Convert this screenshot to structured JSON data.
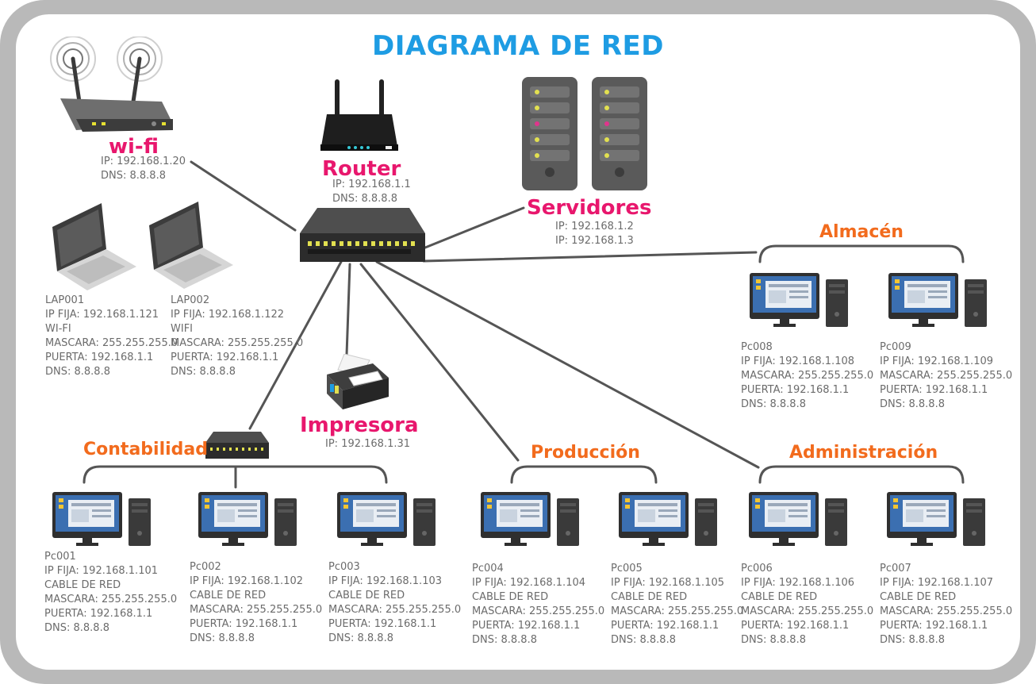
{
  "title": "DIAGRAMA DE RED",
  "colors": {
    "title": "#1e9ce3",
    "device_label": "#e8176d",
    "group_label": "#f26b1d",
    "info_text": "#6b6b6b",
    "wire": "#555555"
  },
  "wifi": {
    "label": "wi-fi",
    "lines": [
      "IP: 192.168.1.20",
      "DNS: 8.8.8.8"
    ],
    "icon": "wifi-router-icon"
  },
  "router": {
    "label": "Router",
    "lines": [
      "IP: 192.168.1.1",
      "DNS: 8.8.8.8"
    ],
    "icon": "router-icon"
  },
  "servers": {
    "label": "Servidores",
    "lines": [
      "IP: 192.168.1.2",
      "IP: 192.168.1.3"
    ],
    "icon": "server-icon"
  },
  "switch": {
    "icon": "switch-icon"
  },
  "printer": {
    "label": "Impresora",
    "lines": [
      "IP: 192.168.1.31"
    ],
    "icon": "printer-icon"
  },
  "laptops": [
    {
      "lines": [
        "LAP001",
        "IP FIJA: 192.168.1.121",
        "WI-FI",
        "MASCARA: 255.255.255.0",
        "PUERTA: 192.168.1.1",
        "DNS: 8.8.8.8"
      ]
    },
    {
      "lines": [
        "LAP002",
        "IP FIJA: 192.168.1.122",
        "WIFI",
        "MASCARA: 255.255.255.0",
        "PUERTA: 192.168.1.1",
        "DNS: 8.8.8.8"
      ]
    }
  ],
  "groups": {
    "contabilidad": "Contabilidad",
    "produccion": "Producción",
    "administracion": "Administración",
    "almacen": "Almacén"
  },
  "pcs": [
    {
      "lines": [
        "Pc001",
        "IP FIJA: 192.168.1.101",
        "CABLE DE RED",
        "MASCARA: 255.255.255.0",
        "PUERTA: 192.168.1.1",
        "DNS: 8.8.8.8"
      ]
    },
    {
      "lines": [
        "Pc002",
        "IP FIJA: 192.168.1.102",
        "CABLE DE RED",
        "MASCARA: 255.255.255.0",
        "PUERTA: 192.168.1.1",
        "DNS: 8.8.8.8"
      ]
    },
    {
      "lines": [
        "Pc003",
        "IP FIJA: 192.168.1.103",
        "CABLE DE RED",
        "MASCARA: 255.255.255.0",
        "PUERTA: 192.168.1.1",
        "DNS: 8.8.8.8"
      ]
    },
    {
      "lines": [
        "Pc004",
        "IP FIJA: 192.168.1.104",
        "CABLE DE RED",
        "MASCARA: 255.255.255.0",
        "PUERTA: 192.168.1.1",
        "DNS: 8.8.8.8"
      ]
    },
    {
      "lines": [
        "Pc005",
        "IP FIJA: 192.168.1.105",
        "CABLE DE RED",
        "MASCARA: 255.255.255.0",
        "PUERTA: 192.168.1.1",
        "DNS: 8.8.8.8"
      ]
    },
    {
      "lines": [
        "Pc006",
        "IP FIJA: 192.168.1.106",
        "CABLE DE RED",
        "MASCARA: 255.255.255.0",
        "PUERTA: 192.168.1.1",
        "DNS: 8.8.8.8"
      ]
    },
    {
      "lines": [
        "Pc007",
        "IP FIJA: 192.168.1.107",
        "CABLE DE RED",
        "MASCARA: 255.255.255.0",
        "PUERTA: 192.168.1.1",
        "DNS: 8.8.8.8"
      ]
    },
    {
      "lines": [
        "Pc008",
        "IP FIJA: 192.168.1.108",
        "MASCARA: 255.255.255.0",
        "PUERTA: 192.168.1.1",
        "DNS: 8.8.8.8"
      ]
    },
    {
      "lines": [
        "Pc009",
        "IP FIJA: 192.168.1.109",
        "MASCARA: 255.255.255.0",
        "PUERTA: 192.168.1.1",
        "DNS: 8.8.8.8"
      ]
    }
  ]
}
